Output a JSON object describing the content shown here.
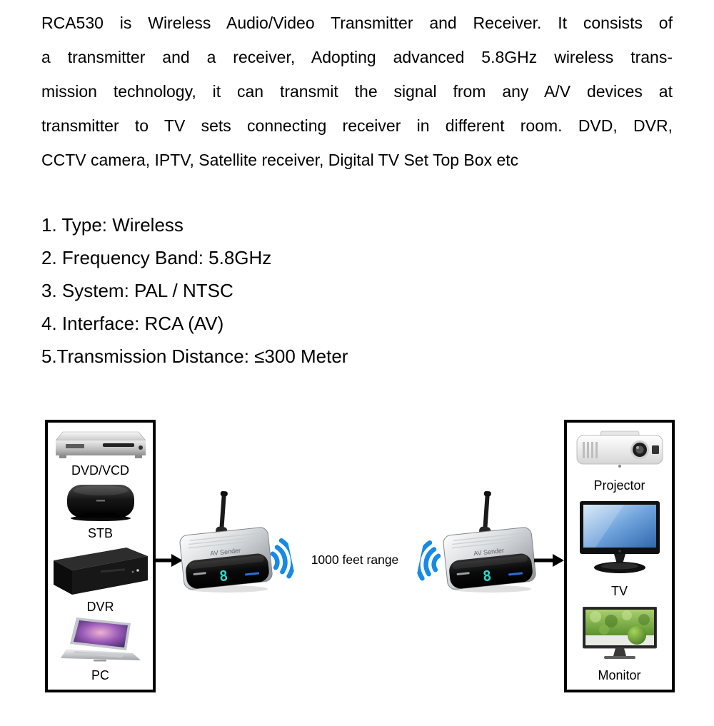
{
  "description": {
    "lines": [
      "RCA530 is Wireless Audio/Video Transmitter and Receiver. It consists of",
      "a transmitter and a receiver, Adopting advanced 5.8GHz wireless trans-",
      "mission technology, it can transmit the signal from any A/V devices at",
      "transmitter to TV sets connecting receiver in different room. DVD, DVR,",
      "CCTV camera, IPTV, Satellite receiver, Digital TV Set Top Box etc"
    ]
  },
  "specs": {
    "items": [
      "1. Type: Wireless",
      "2. Frequency Band: 5.8GHz",
      "3. System: PAL / NTSC",
      "4. Interface: RCA (AV)",
      "5.Transmission Distance: ≤300 Meter"
    ]
  },
  "diagram": {
    "range_label": "1000 feet range",
    "source_devices": [
      {
        "label": "DVD/VCD"
      },
      {
        "label": "STB"
      },
      {
        "label": "DVR"
      },
      {
        "label": "PC"
      }
    ],
    "output_devices": [
      {
        "label": "Projector"
      },
      {
        "label": "TV"
      },
      {
        "label": "Monitor"
      }
    ],
    "transmitter": {
      "marking": "AV Sender",
      "display_digit": "8"
    },
    "receiver": {
      "marking": "AV Sender",
      "display_digit": "8"
    },
    "colors": {
      "wifi_blue": "#1789e6",
      "display_teal": "#2bd8cb"
    }
  }
}
